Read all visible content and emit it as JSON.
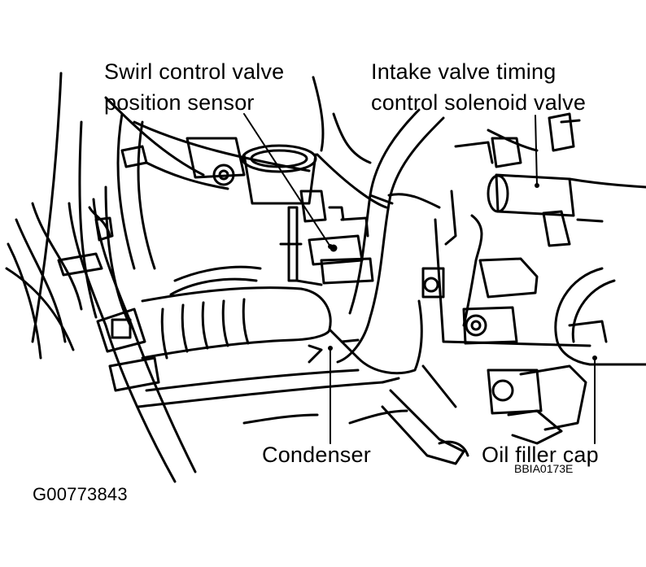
{
  "diagram": {
    "labels": {
      "swirl_line1": "Swirl control valve",
      "swirl_line2": "position sensor",
      "intake_line1": "Intake valve timing",
      "intake_line2": "control solenoid valve",
      "condenser": "Condenser",
      "oil_filler_cap": "Oil filler cap",
      "drawing_code": "BBIA0173E"
    },
    "figure_id": "G00773843"
  }
}
